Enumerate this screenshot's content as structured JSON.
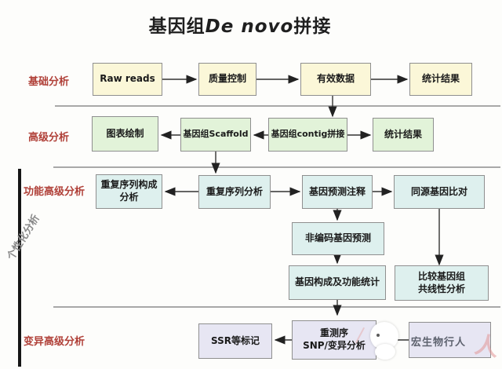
{
  "title": {
    "prefix": "基因组",
    "italic": "De novo",
    "suffix": "拼接"
  },
  "section_labels": {
    "basic": "基础分析",
    "advanced": "高级分析",
    "functional": "功能高级分析",
    "variation": "变异高级分析"
  },
  "side_label": "个性化分析",
  "boxes": {
    "raw_reads": "Raw reads",
    "quality_control": "质量控制",
    "valid_data": "有效数据",
    "stats_result_1": "统计结果",
    "chart_drawing": "图表绘制",
    "scaffold": "基因组Scaffold",
    "contig_assembly": "基因组contig拼接",
    "stats_result_2": "统计结果",
    "repeat_composition": "重复序列构成\n分析",
    "repeat_analysis": "重复序列分析",
    "gene_prediction": "基因预测注释",
    "homolog_alignment": "同源基因比对",
    "noncoding_prediction": "非编码基因预测",
    "gene_function_stats": "基因构成及功能统计",
    "synteny_analysis": "比较基因组\n共线性分析",
    "ssr_marker": "SSR等标记",
    "snp_variation": "重测序\nSNP/变异分析"
  },
  "watermark": {
    "logo": "white-cartoon-figure",
    "text": "宏生物行人"
  },
  "colors": {
    "basic_box": "#fbf7d8",
    "advanced_box": "#e2f3d9",
    "functional_box": "#def0ee",
    "variation_box": "#e7e6f3",
    "section_label": "#b04038",
    "arrow": "#2a2a2a",
    "separator": "#a8a8a8"
  }
}
